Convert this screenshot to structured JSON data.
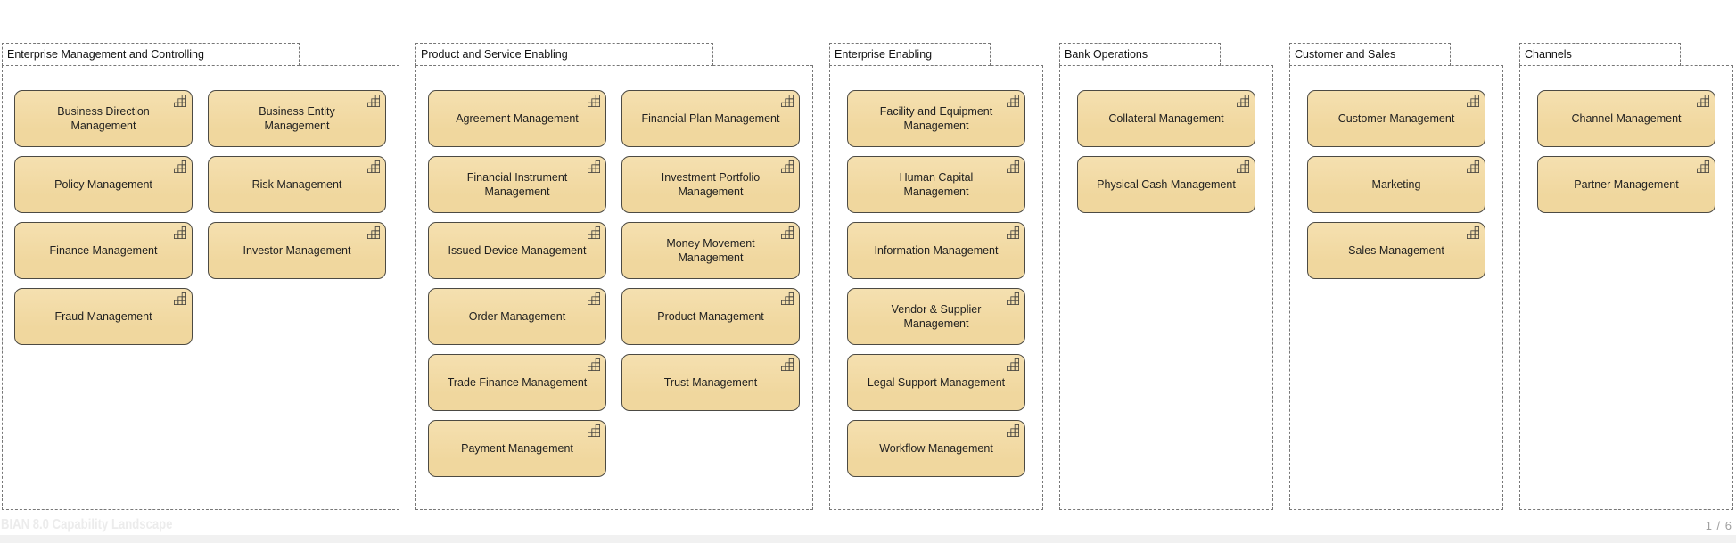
{
  "diagram": {
    "groups": [
      {
        "label": "Enterprise Management and Controlling",
        "columns": 2,
        "items": [
          "Business Direction Management",
          "Business Entity Management",
          "Policy Management",
          "Risk Management",
          "Finance Management",
          "Investor Management",
          "Fraud Management"
        ]
      },
      {
        "label": "Product and Service Enabling",
        "columns": 2,
        "items": [
          "Agreement Management",
          "Financial Plan Management",
          "Financial Instrument Management",
          "Investment Portfolio Management",
          "Issued Device Management",
          "Money Movement Management",
          "Order Management",
          "Product Management",
          "Trade Finance Management",
          "Trust Management",
          "Payment Management"
        ]
      },
      {
        "label": "Enterprise Enabling",
        "columns": 1,
        "items": [
          "Facility and Equipment Management",
          "Human Capital Management",
          "Information Management",
          "Vendor & Supplier Management",
          "Legal Support Management",
          "Workflow Management"
        ]
      },
      {
        "label": "Bank Operations",
        "columns": 1,
        "items": [
          "Collateral Management",
          "Physical Cash Management"
        ]
      },
      {
        "label": "Customer and Sales",
        "columns": 1,
        "items": [
          "Customer Management",
          "Marketing",
          "Sales Management"
        ]
      },
      {
        "label": "Channels",
        "columns": 1,
        "items": [
          "Channel Management",
          "Partner Management"
        ]
      }
    ],
    "node_icon": "capability-icon",
    "colors": {
      "node_fill": "#F0D79E",
      "node_fill_light": "#F5E0B0",
      "node_border": "#4C4A43",
      "group_border": "#777777",
      "text": "#1F1F1F"
    }
  },
  "footer": {
    "watermark": "BIAN 8.0 Capability Landscape",
    "page_indicator": "1 / 6"
  }
}
